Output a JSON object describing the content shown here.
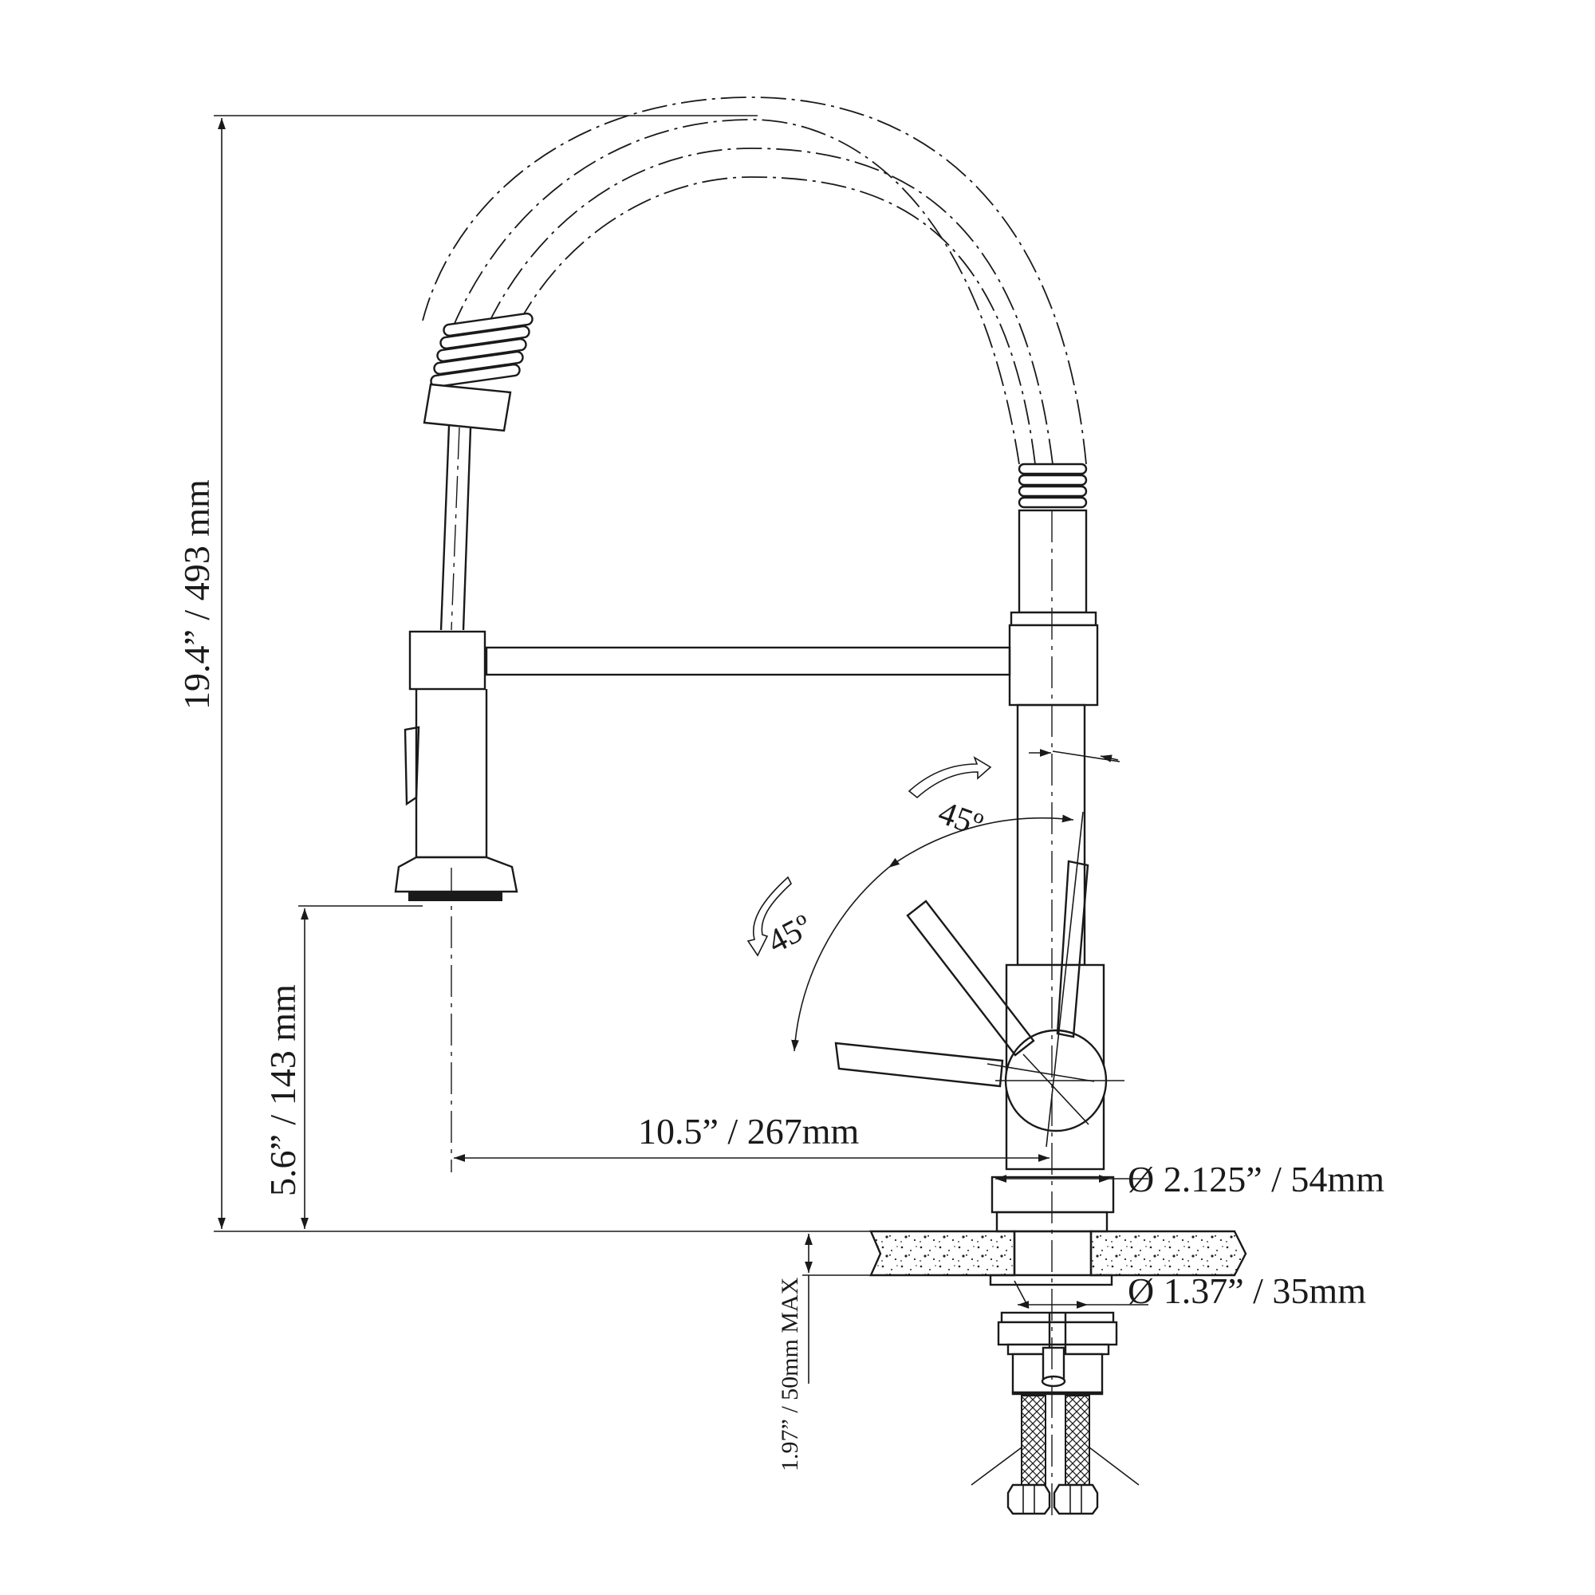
{
  "dimensions": {
    "overall_height": "19.4” / 493 mm",
    "spray_height": "5.6” / 143 mm",
    "reach": "10.5” / 267mm",
    "base_diameter": "Ø  2.125” / 54mm",
    "shank_diameter": "Ø  1.37” / 35mm",
    "max_deck_thickness": "1.97” / 50mm MAX"
  },
  "handle_rotation": {
    "forward_angle": "45º",
    "backward_angle": "45º"
  }
}
